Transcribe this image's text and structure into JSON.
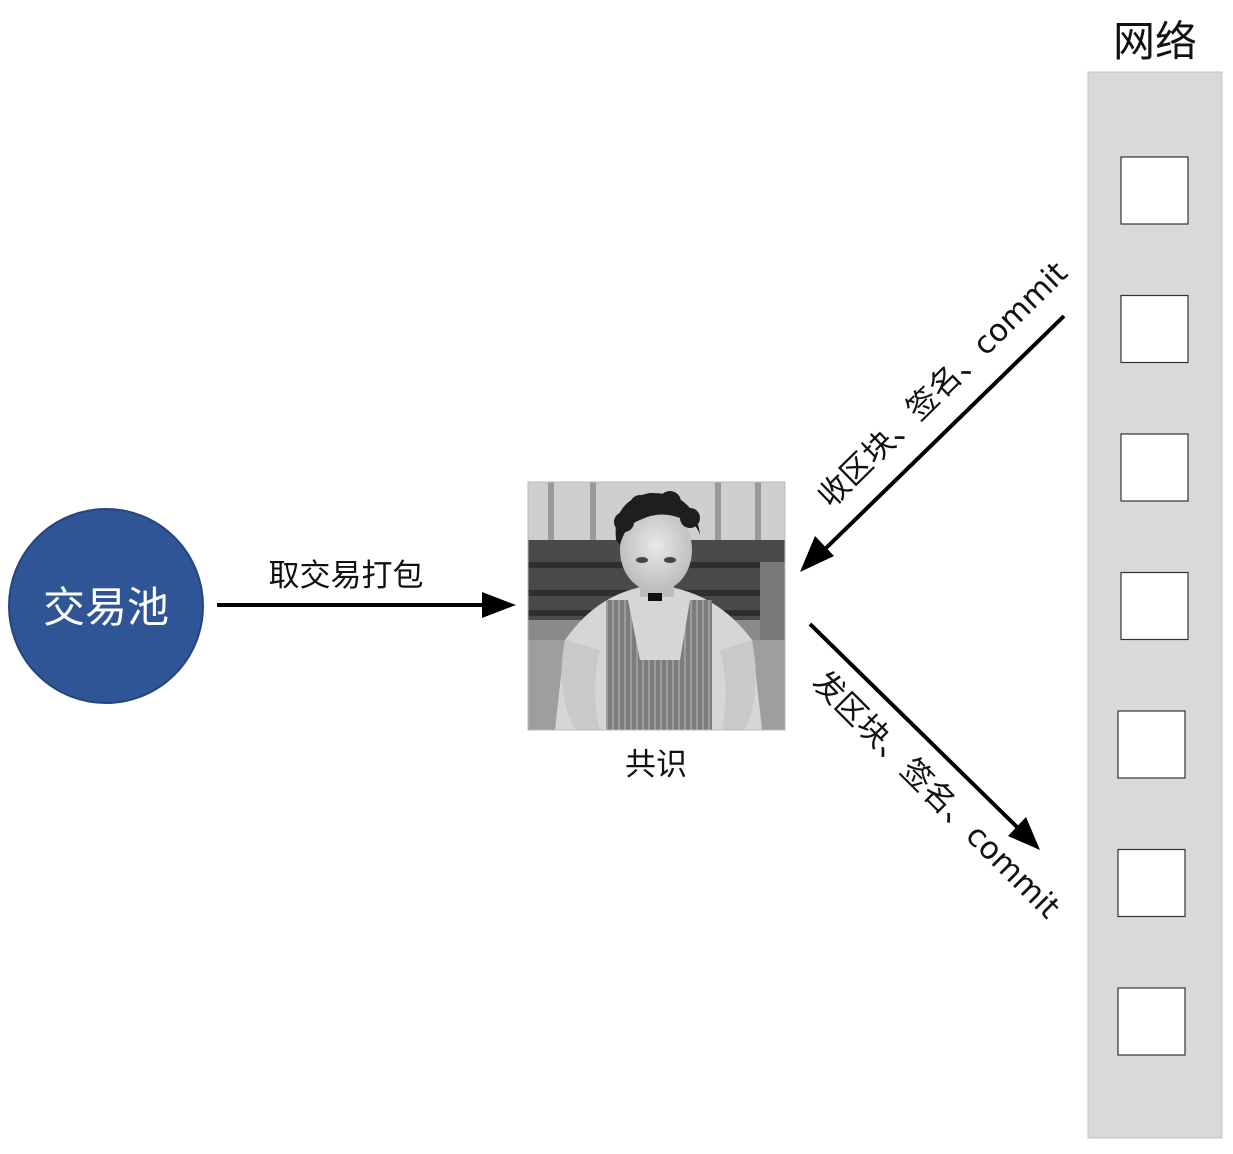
{
  "pool": {
    "label": "交易池",
    "fill": "#2f5597"
  },
  "consensus": {
    "label": "共识",
    "image": "grayscale-photo-of-man-in-overalls"
  },
  "network": {
    "title": "网络",
    "node_count": 7,
    "column_fill": "#d9d9d9"
  },
  "edges": {
    "pack": "取交易打包",
    "receive": "收区块、签名、commit",
    "send": "发区块、签名、commit"
  }
}
